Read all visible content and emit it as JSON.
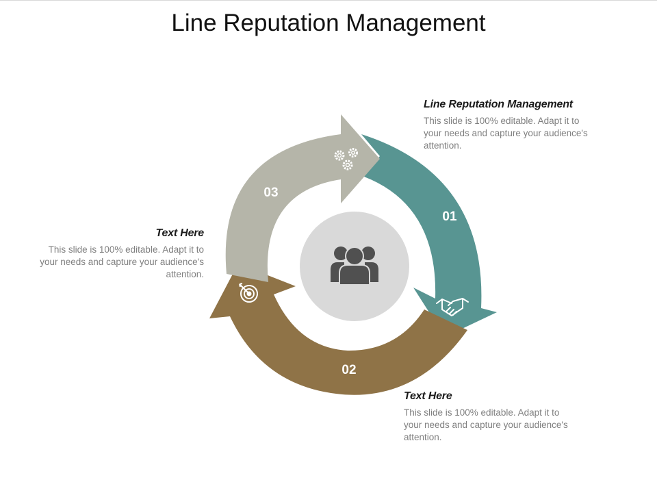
{
  "title": "Line Reputation Management",
  "segments": [
    {
      "number": "01",
      "color": "#589592",
      "icon": "handshake-icon"
    },
    {
      "number": "02",
      "color": "#8f7347",
      "icon": "target-icon"
    },
    {
      "number": "03",
      "color": "#b5b5a9",
      "icon": "gears-icon"
    }
  ],
  "center": {
    "icon": "team-icon",
    "color": "#d9d9d9"
  },
  "callouts": [
    {
      "heading": "Line Reputation Management",
      "body": "This slide is 100% editable. Adapt it to your needs and capture your audience's attention."
    },
    {
      "heading": "Text Here",
      "body": "This slide is 100% editable. Adapt it to your needs and capture your audience's attention."
    },
    {
      "heading": "Text Here",
      "body": "This slide is 100% editable. Adapt it to your needs and capture your audience's attention."
    }
  ]
}
